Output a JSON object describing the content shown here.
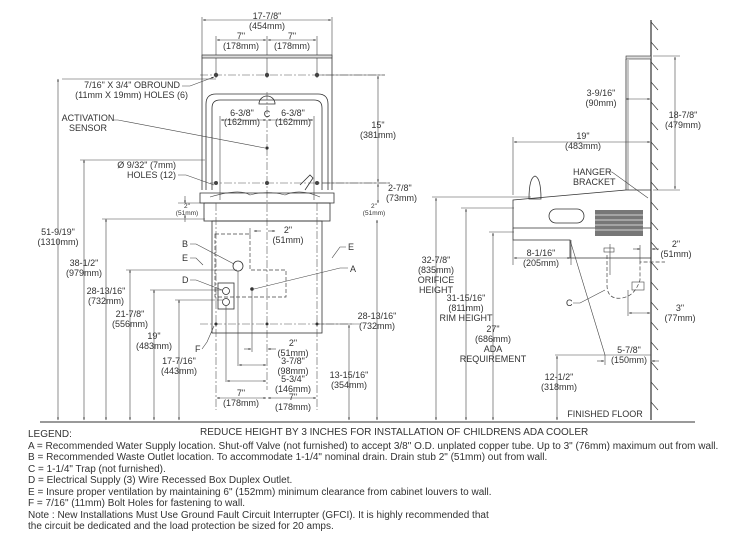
{
  "front_view": {
    "overall_width": {
      "in": "17-7/8\"",
      "mm": "(454mm)"
    },
    "hole_spacing_left": {
      "in": "7\"",
      "mm": "(178mm)"
    },
    "hole_spacing_right": {
      "in": "7\"",
      "mm": "(178mm)"
    },
    "obround_holes": {
      "line1": "7/16\" X 3/4\" OBROUND",
      "line2": "(11mm X 19mm) HOLES (6)"
    },
    "activation_sensor": {
      "line1": "ACTIVATION",
      "line2": "SENSOR"
    },
    "centerline_mark": "C",
    "sensor_offset_left": {
      "in": "6-3/8\"",
      "mm": "(162mm)"
    },
    "sensor_offset_right": {
      "in": "6-3/8\"",
      "mm": "(162mm)"
    },
    "height_15": {
      "in": "15\"",
      "mm": "(381mm)"
    },
    "round_holes": {
      "line1": "Ø 9/32\" (7mm)",
      "line2": "HOLES (12)"
    },
    "bottom_gap": {
      "in": "2-7/8\"",
      "mm": "(73mm)"
    },
    "left_2in": {
      "in": "2\"",
      "mm": "(51mm)"
    },
    "right_2in": {
      "in": "2\"",
      "mm": "(51mm)"
    },
    "center_2in": {
      "in": "2\"",
      "mm": "(51mm)"
    },
    "heights": [
      {
        "in": "51-9/19\"",
        "mm": "(1310mm)"
      },
      {
        "in": "38-1/2\"",
        "mm": "(979mm)"
      },
      {
        "in": "28-13/16\"",
        "mm": "(732mm)"
      },
      {
        "in": "21-7/8\"",
        "mm": "(556mm)"
      },
      {
        "in": "19\"",
        "mm": "(483mm)"
      },
      {
        "in": "17-7/16\"",
        "mm": "(443mm)"
      }
    ],
    "right_heights": [
      {
        "in": "28-13/16\"",
        "mm": "(732mm)"
      },
      {
        "in": "13-15/16\"",
        "mm": "(354mm)"
      }
    ],
    "bottom_dims": [
      {
        "in": "2\"",
        "mm": "(51mm)"
      },
      {
        "in": "3-7/8\"",
        "mm": "(98mm)"
      },
      {
        "in": "5-3/4\"",
        "mm": "(146mm)"
      }
    ],
    "bottom_left_7": {
      "in": "7\"",
      "mm": "(178mm)"
    },
    "bottom_right_7": {
      "in": "7\"",
      "mm": "(178mm)"
    },
    "callouts": {
      "A": "A",
      "B": "B",
      "D": "D",
      "E_left": "E",
      "E_right": "E",
      "F": "F"
    }
  },
  "side_view": {
    "wall_offset": {
      "in": "3-9/16\"",
      "mm": "(90mm)"
    },
    "bracket_height": {
      "in": "18-7/8\"",
      "mm": "(479mm)"
    },
    "depth": {
      "in": "19\"",
      "mm": "(483mm)"
    },
    "hanger_bracket": {
      "line1": "HANGER",
      "line2": "BRACKET"
    },
    "knee": {
      "in": "8-1/16\"",
      "mm": "(205mm)"
    },
    "drain_stub": {
      "in": "2\"",
      "mm": "(51mm)"
    },
    "supply": {
      "in": "3\"",
      "mm": "(77mm)"
    },
    "trap_label": "C",
    "orifice": {
      "in": "32-7/8\"",
      "mm": "(835mm)",
      "l1": "ORIFICE",
      "l2": "HEIGHT"
    },
    "rim": {
      "in": "31-15/16\"",
      "mm": "(811mm)",
      "l1": "RIM HEIGHT"
    },
    "ada": {
      "in": "27\"",
      "mm": "(686mm)",
      "l1": "ADA",
      "l2": "REQUIREMENT"
    },
    "toe": {
      "in": "5-7/8\"",
      "mm": "(150mm)"
    },
    "toe_height": {
      "in": "12-1/2\"",
      "mm": "(318mm)"
    },
    "floor_label": "FINISHED FLOOR"
  },
  "reduce_note": "REDUCE HEIGHT BY 3 INCHES FOR INSTALLATION OF CHILDRENS ADA COOLER",
  "legend": {
    "title": "LEGEND:",
    "items": [
      "A = Recommended Water Supply location. Shut-off Valve (not furnished) to accept 3/8\" O.D. unplated copper tube. Up to 3\" (76mm) maximum out from wall.",
      "B = Recommended Waste Outlet location. To accommodate 1-1/4\" nominal drain. Drain stub 2\" (51mm) out from wall.",
      "C = 1-1/4\" Trap (not furnished).",
      "D = Electrical Supply (3) Wire Recessed Box Duplex Outlet.",
      "E = Insure proper ventilation by maintaining 6\" (152mm) minimum clearance from cabinet louvers to wall.",
      "F = 7/16\" (11mm) Bolt Holes for fastening to wall.",
      "Note : New Installations Must Use Ground Fault Circuit Interrupter (GFCI). It is highly recommended that",
      "the circuit be dedicated and the load protection be sized for 20 amps."
    ]
  }
}
